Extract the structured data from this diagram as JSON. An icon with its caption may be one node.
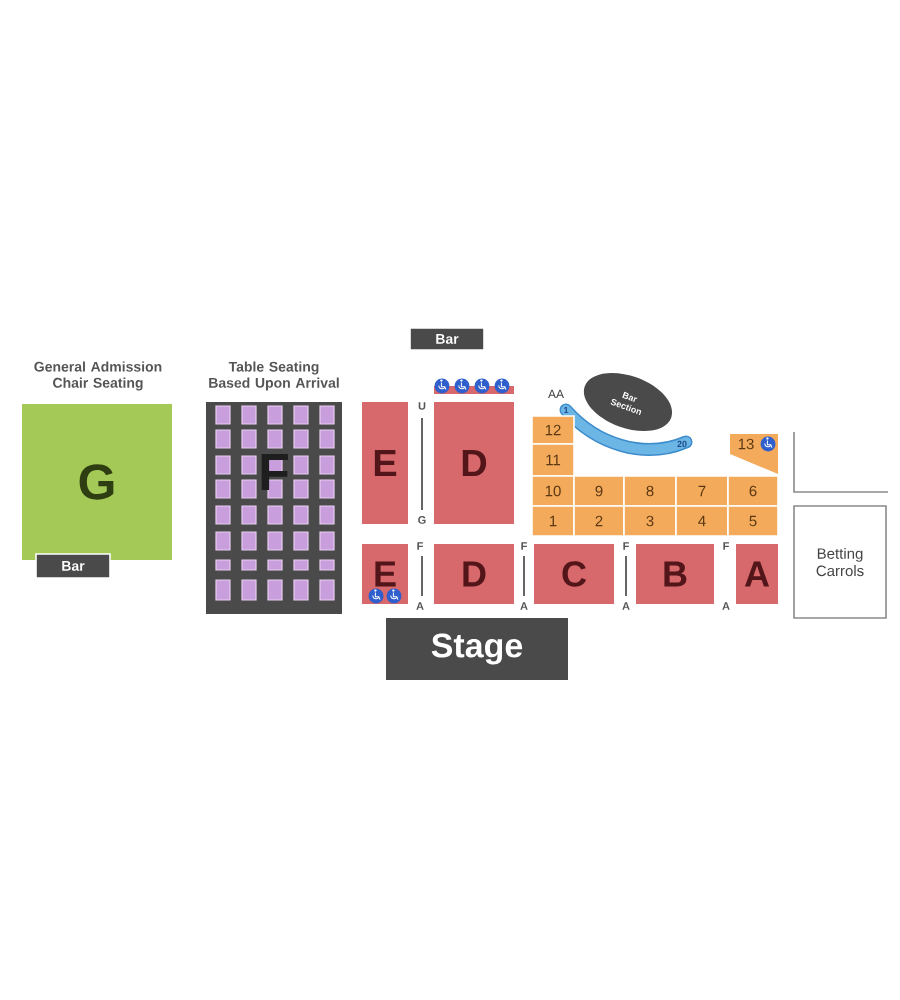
{
  "diagram": {
    "nodes": [
      {
        "text": [
          "General Admission Chair Seating",
          "G"
        ]
      },
      {
        "text": [
          "Bar"
        ]
      },
      {
        "text": [
          "Table Seating Based Upon Arrival",
          "F"
        ]
      },
      {
        "text": [
          "Bar"
        ]
      },
      {
        "text": [
          "E"
        ]
      },
      {
        "text": [
          "D"
        ]
      },
      {
        "text": [
          "Bar Section"
        ]
      },
      {
        "text": [
          "AA",
          "1",
          "20"
        ]
      },
      {
        "text": [
          "12"
        ]
      },
      {
        "text": [
          "13"
        ]
      },
      {
        "text": [
          "11"
        ]
      },
      {
        "text": [
          "10"
        ]
      },
      {
        "text": [
          "9"
        ]
      },
      {
        "text": [
          "8"
        ]
      },
      {
        "text": [
          "7"
        ]
      },
      {
        "text": [
          "6"
        ]
      },
      {
        "text": [
          "1"
        ]
      },
      {
        "text": [
          "2"
        ]
      },
      {
        "text": [
          "3"
        ]
      },
      {
        "text": [
          "4"
        ]
      },
      {
        "text": [
          "5"
        ]
      },
      {
        "text": [
          "E"
        ]
      },
      {
        "text": [
          "D"
        ]
      },
      {
        "text": [
          "C"
        ]
      },
      {
        "text": [
          "B"
        ]
      },
      {
        "text": [
          "A"
        ]
      },
      {
        "text": [
          "Betting Carrols"
        ]
      },
      {
        "text": [
          "Stage"
        ]
      }
    ],
    "labels": [
      "U",
      "G",
      "F",
      "A",
      "F",
      "A",
      "F",
      "A",
      "F",
      "A"
    ]
  }
}
